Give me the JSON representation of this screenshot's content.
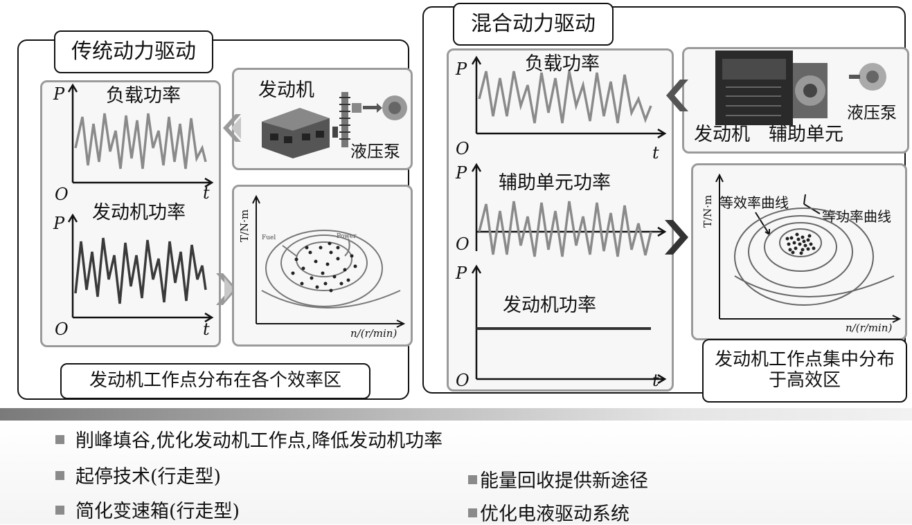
{
  "left": {
    "title": "传统动力驱动",
    "load_power": "负载功率",
    "engine_power": "发动机功率",
    "engine": "发动机",
    "pump": "液压泵",
    "note": "发动机工作点分布在各个效率区",
    "map_y": "T/N·m",
    "map_x": "n/(r/min)",
    "fuel_tag": "Fuel",
    "power_tag": "Power"
  },
  "right": {
    "title": "混合动力驱动",
    "load_power": "负载功率",
    "aux_power": "辅助单元功率",
    "engine_power": "发动机功率",
    "engine": "发动机",
    "aux_unit": "辅助单元",
    "pump": "液压泵",
    "iso_eff": "等效率曲线",
    "iso_power": "等功率曲线",
    "note": "发动机工作点集中分布于高效区",
    "map_y": "T/N·m",
    "map_x": "n/(r/min)"
  },
  "axes": {
    "p": "P",
    "t": "t",
    "o": "O"
  },
  "bullets": {
    "b1": "削峰填谷,优化发动机工作点,降低发动机功率",
    "b2": "起停技术(行走型)",
    "b3": "简化变速箱(行走型)",
    "b4": "能量回收提供新途径",
    "b5": "优化电液驱动系统"
  }
}
